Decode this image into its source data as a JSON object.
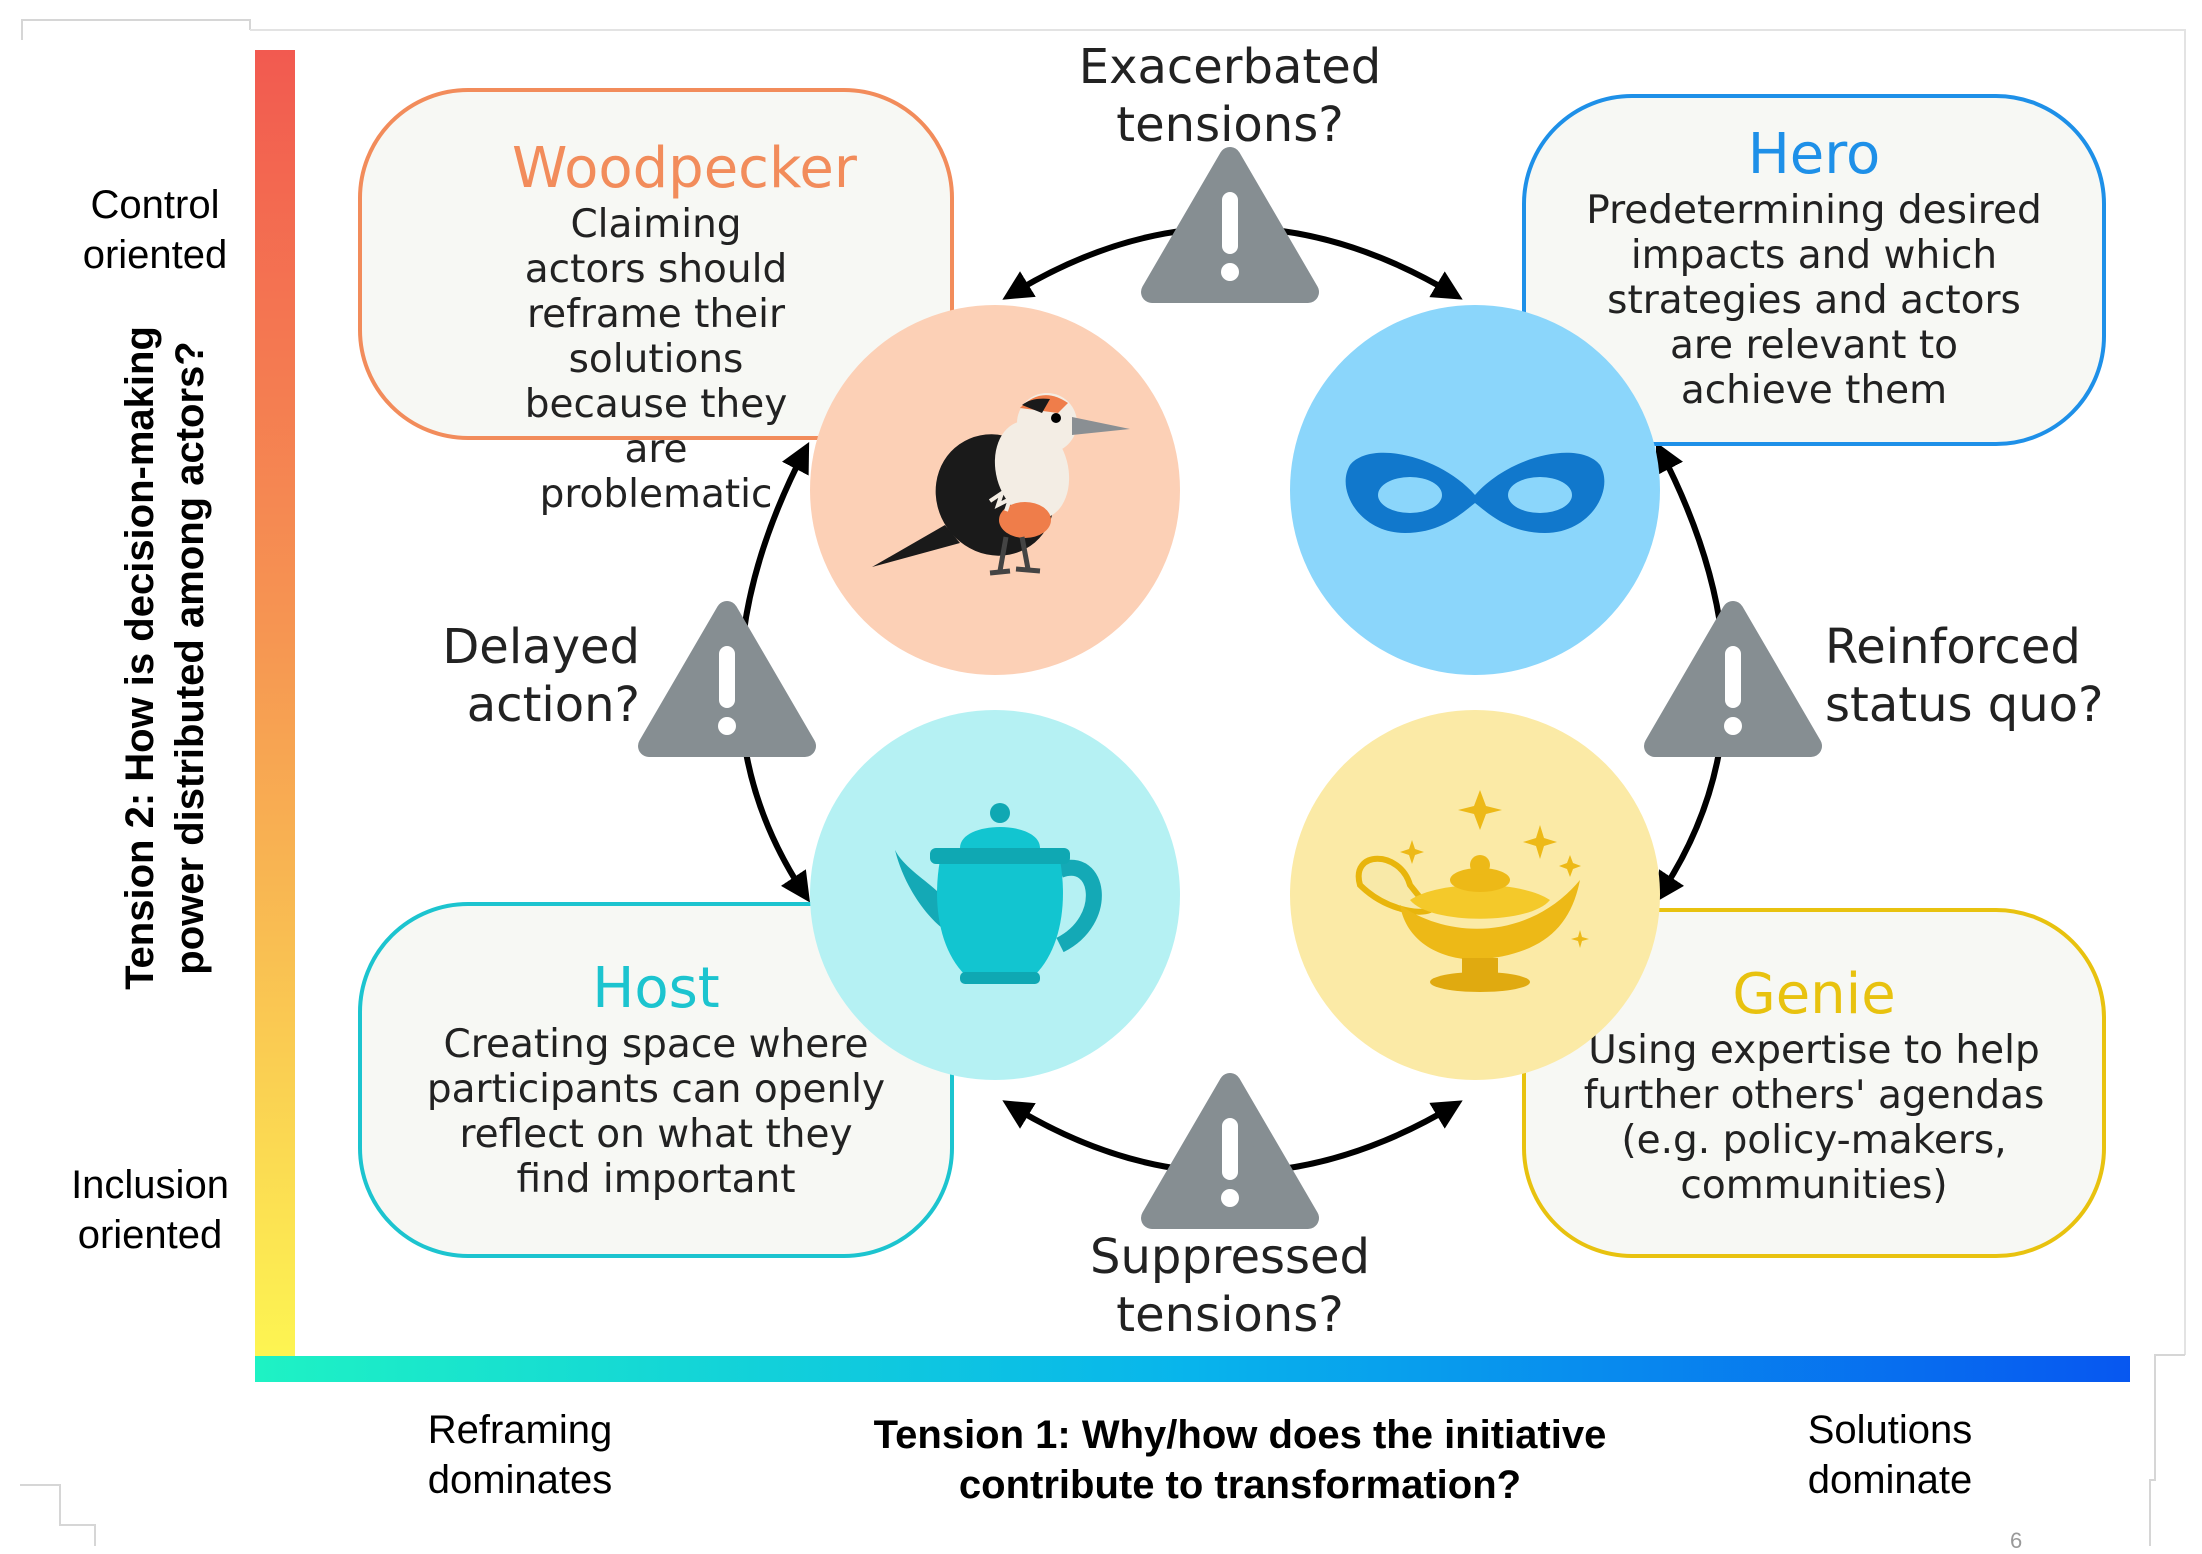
{
  "colors": {
    "woodpecker": "#f28c5b",
    "hero": "#1e90e8",
    "host": "#1cc4cf",
    "genie": "#e8c20f",
    "warning": "#868e92",
    "woodpecker_circle": "#fcd0b6",
    "hero_circle": "#8bd6fb",
    "host_circle": "#b5f1f3",
    "genie_circle": "#fbeaa6"
  },
  "axes": {
    "vertical_title_line1": "Tension 2: How is decision-making",
    "vertical_title_line2": "power distributed among actors?",
    "top_end_line1": "Control",
    "top_end_line2": "oriented",
    "bottom_end_line1": "Inclusion",
    "bottom_end_line2": "oriented",
    "horizontal_title_line1": "Tension 1: Why/how does the initiative",
    "horizontal_title_line2": "contribute to transformation?",
    "left_end_line1": "Reframing",
    "left_end_line2": "dominates",
    "right_end_line1": "Solutions",
    "right_end_line2": "dominate"
  },
  "roles": {
    "woodpecker": {
      "name": "Woodpecker",
      "icon": "woodpecker-icon",
      "desc": [
        "Claiming actors should",
        "reframe their solutions",
        "because they are",
        "problematic"
      ]
    },
    "hero": {
      "name": "Hero",
      "icon": "mask-icon",
      "desc": [
        "Predetermining desired",
        "impacts and which",
        "strategies and actors",
        "are relevant to",
        "achieve them"
      ]
    },
    "host": {
      "name": "Host",
      "icon": "teapot-icon",
      "desc": [
        "Creating space where",
        "participants can openly",
        "reflect on what they",
        "find important"
      ]
    },
    "genie": {
      "name": "Genie",
      "icon": "lamp-icon",
      "desc": [
        "Using expertise to help",
        "further others' agendas",
        "(e.g. policy-makers,",
        "communities)"
      ]
    }
  },
  "tensions": {
    "top": [
      "Exacerbated",
      "tensions?"
    ],
    "left": [
      "Delayed",
      "action?"
    ],
    "right": [
      "Reinforced",
      "status quo?"
    ],
    "bottom": [
      "Suppressed",
      "tensions?"
    ]
  },
  "page_number": "6"
}
